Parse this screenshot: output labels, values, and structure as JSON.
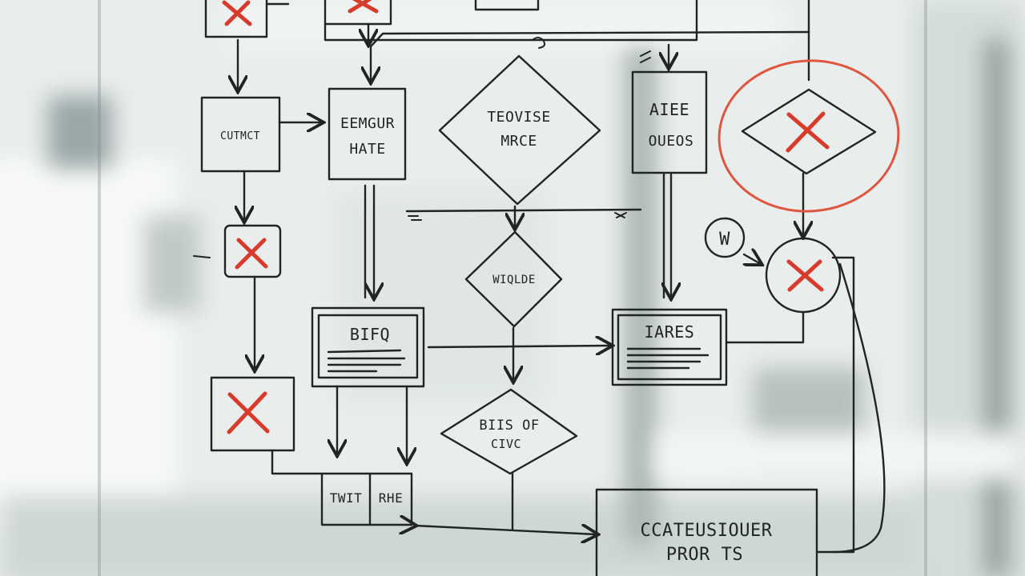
{
  "nodes": {
    "b_mid_left": "CUTMCT",
    "b_mid_2_line1": "EEMGUR",
    "b_mid_2_line2": "HATE",
    "d_top_line1": "TEOVISE",
    "d_top_line2": "MRCE",
    "b_right_line1": "AIEE",
    "b_right_line2": "OUEOS",
    "circle_w": "W",
    "d_mid": "WIQLDE",
    "card_left_title": "BIFQ",
    "card_right_title": "IARES",
    "d_bottom_line1": "BIIS OF",
    "d_bottom_line2": "CIVC",
    "bottom_small_left": "TWIT",
    "bottom_small_right": "RHE",
    "bottom_big_line1": "CCATEUSIOUER",
    "bottom_big_line2": "PROR TS"
  },
  "colors": {
    "ink": "#202424",
    "red": "#d83a2c",
    "red_circle": "#e0553e"
  }
}
